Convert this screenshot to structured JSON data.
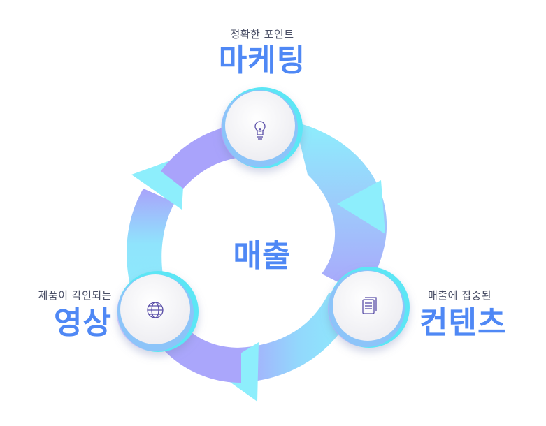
{
  "center": {
    "label": "매출"
  },
  "nodes": {
    "top": {
      "sub": "정확한 포인트",
      "main": "마케팅",
      "icon": "lightbulb-icon"
    },
    "right": {
      "sub": "매출에 집중된",
      "main": "컨텐츠",
      "icon": "document-icon"
    },
    "left": {
      "sub": "제품이 각인되는",
      "main": "영상",
      "icon": "globe-icon"
    }
  },
  "colors": {
    "accent_text": "#4f88f5",
    "cyan": "#8deefc",
    "purple": "#a9a3fb",
    "node_face": "#f6f6f8",
    "node_ring": "#5ce6f5"
  }
}
